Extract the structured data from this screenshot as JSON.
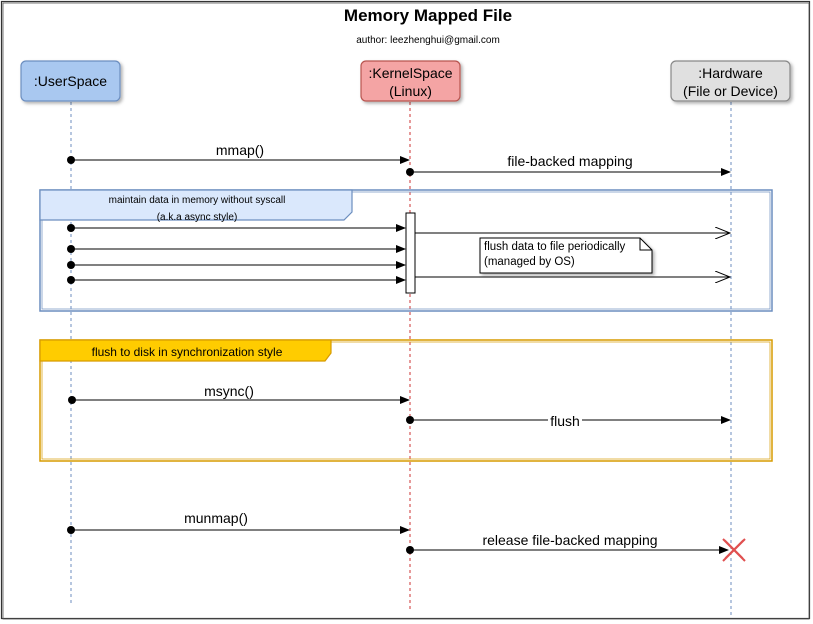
{
  "title": "Memory Mapped File",
  "author": "author: leezhenghui@gmail.com",
  "participants": [
    {
      "name": ":UserSpace",
      "line2": "",
      "fill": "#a9c8f0",
      "stroke": "#6c8ebf",
      "lifeline": "#6c8ebf"
    },
    {
      "name": ":KernelSpace",
      "line2": "(Linux)",
      "fill": "#f4a4a4",
      "stroke": "#b85450",
      "lifeline": "#cc3333"
    },
    {
      "name": ":Hardware",
      "line2": "(File or Device)",
      "fill": "#e0e0e0",
      "stroke": "#888888",
      "lifeline": "#6c8ebf"
    }
  ],
  "messages": {
    "mmap": "mmap()",
    "file_backed": "file-backed mapping",
    "msync": "msync()",
    "flush": "flush",
    "munmap": "munmap()",
    "release": "release file-backed mapping"
  },
  "fragments": {
    "async_line1": "maintain data in memory without syscall",
    "async_line2": "(a.k.a async style)",
    "sync": "flush to disk in synchronization style"
  },
  "note": {
    "line1": "flush data to file periodically",
    "line2": "(managed by OS)"
  },
  "colors": {
    "async_frame": "#6c8ebf",
    "async_label_bg": "#dae8fc",
    "sync_frame": "#d79b00",
    "sync_label_bg": "#ffcc00",
    "destroy": "#e05050"
  }
}
